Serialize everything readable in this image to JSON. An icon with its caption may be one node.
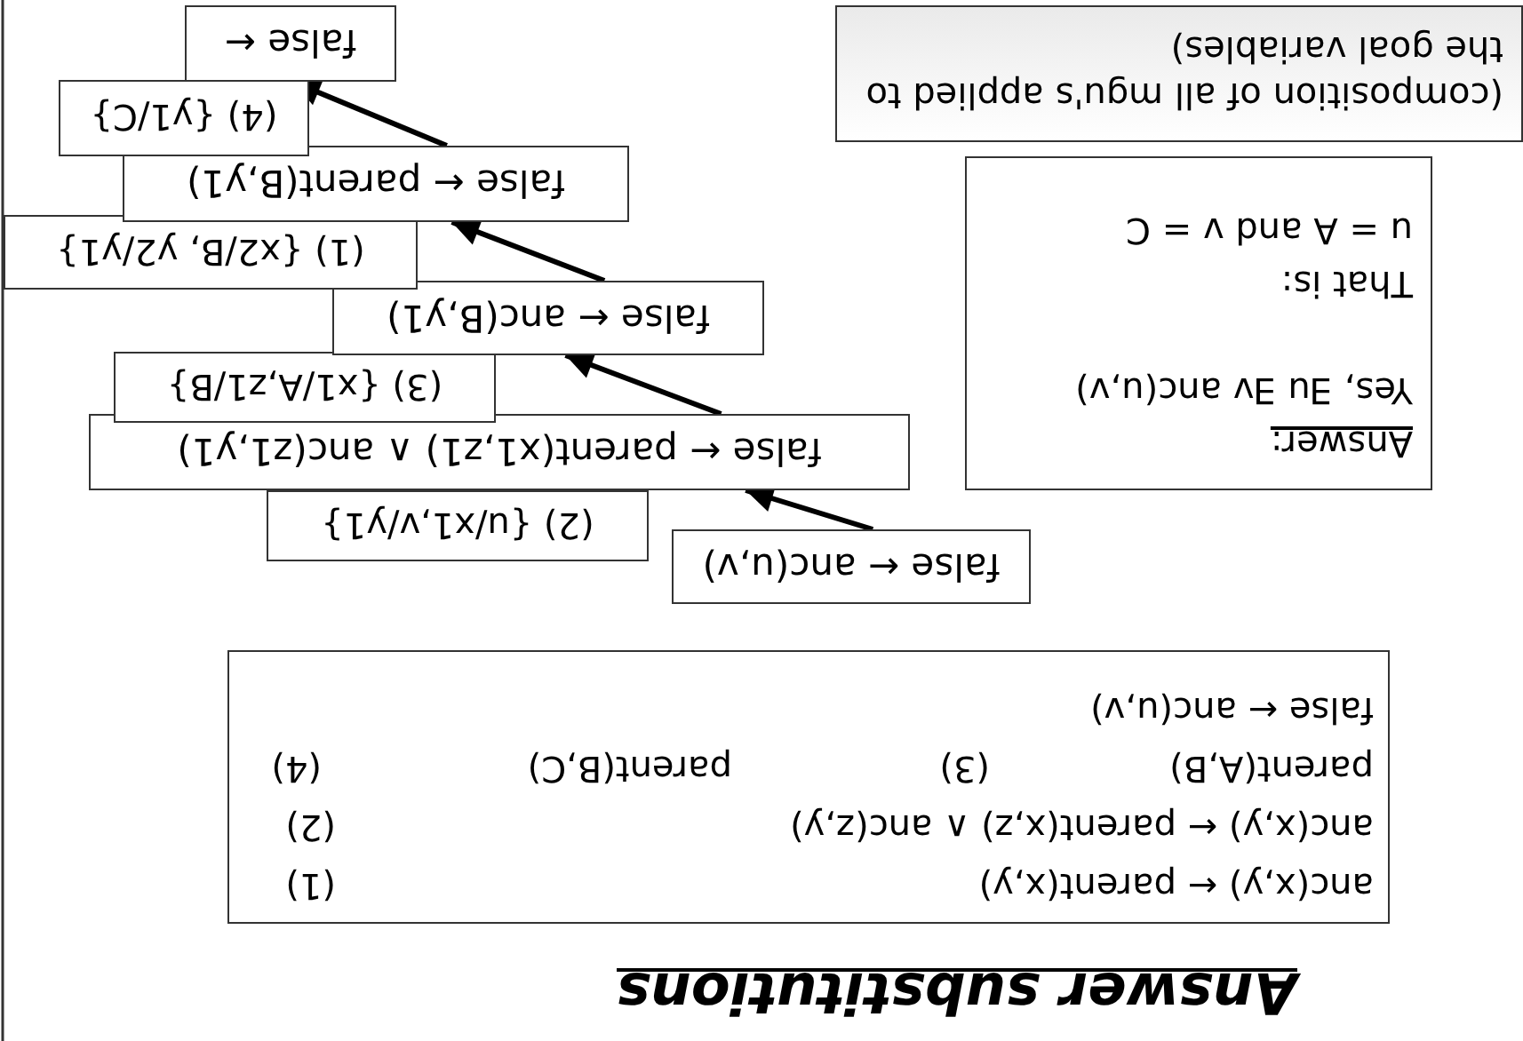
{
  "diagram": {
    "title": "Answer substitutions",
    "nodes": [
      {
        "text": [
          "anc(x,y) ← parent(x,y)",
          "(1)",
          "anc(x,y) ← parent(x,z) ∧ anc(z,y)",
          "(2)",
          "parent(A,B)",
          "(3)",
          "parent(B,C)",
          "(4)",
          "false ← anc(u,v)"
        ]
      },
      {
        "text": [
          "false ← anc(u,v)"
        ]
      },
      {
        "text": [
          "(2) {u/x1,v/y1}"
        ]
      },
      {
        "text": [
          "false ← parent(x1,z1) ∧ anc(z1,y1)"
        ]
      },
      {
        "text": [
          "Answer:",
          "Yes, ∃u ∃v anc(u,v)",
          "That is:",
          "u = A and v = C"
        ]
      },
      {
        "text": [
          "(3) {x1/A,z1/B}"
        ]
      },
      {
        "text": [
          "false ← anc(B,y1)"
        ]
      },
      {
        "text": [
          "(1) {x2/B, y2/y1}"
        ]
      },
      {
        "text": [
          "false ← parent(B,y1)"
        ]
      },
      {
        "text": [
          "(composition of all mgu's applied to the goal variables)"
        ]
      },
      {
        "text": [
          "(4) {y1/C}"
        ]
      },
      {
        "text": [
          "false ←"
        ]
      }
    ],
    "edges": [
      {
        "from": 1,
        "to": 3,
        "arrow": "to"
      },
      {
        "from": 3,
        "to": 6,
        "arrow": "to"
      },
      {
        "from": 6,
        "to": 8,
        "arrow": "to"
      },
      {
        "from": 8,
        "to": 11,
        "arrow": "to"
      }
    ]
  }
}
